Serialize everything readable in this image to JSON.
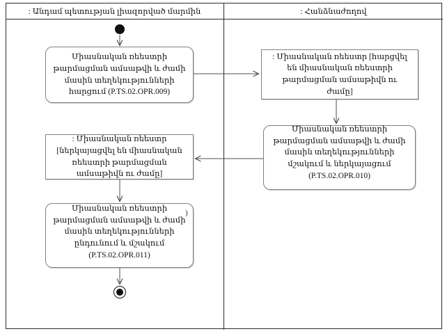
{
  "diagram": {
    "lanes": [
      {
        "label": ": Անդամ պետության լիազորված մարմին"
      },
      {
        "label": ": Հանձնաժողով"
      }
    ],
    "nodes": {
      "activity_009": "Միասնական ռեեստրի թարմացման ամսաթվի և ժամի մասին տեղեկությունների հարցում (P.TS.02.OPR.009)",
      "object_queried": ": Միասնական ռեեստր [հարցվել են միասնական ռեեստրի թարմացման ամսաթիվն ու ժամը]",
      "activity_010": "Միասնական ռեեստրի թարմացման ամսաթվի և ժամի մասին տեղեկությունների մշակում և ներկայացում (P.TS.02.OPR.010)",
      "object_presented": ": Միասնական ռեեստր [ներկայացվել են միասնական ռեեստրի թարմացման ամսաթիվն ու ժամը]",
      "activity_011": "Միասնական ռեեստրի թարմացման ամսաթվի և ժամի մասին տեղեկությունների ընդունում և մշակում (P.TS.02.OPR.011)"
    },
    "artifact_mark": ")",
    "colors": {
      "frame": "#2b2b2b",
      "node_border": "#808080",
      "arrow": "#4d4d4d",
      "text": "#111111"
    }
  }
}
